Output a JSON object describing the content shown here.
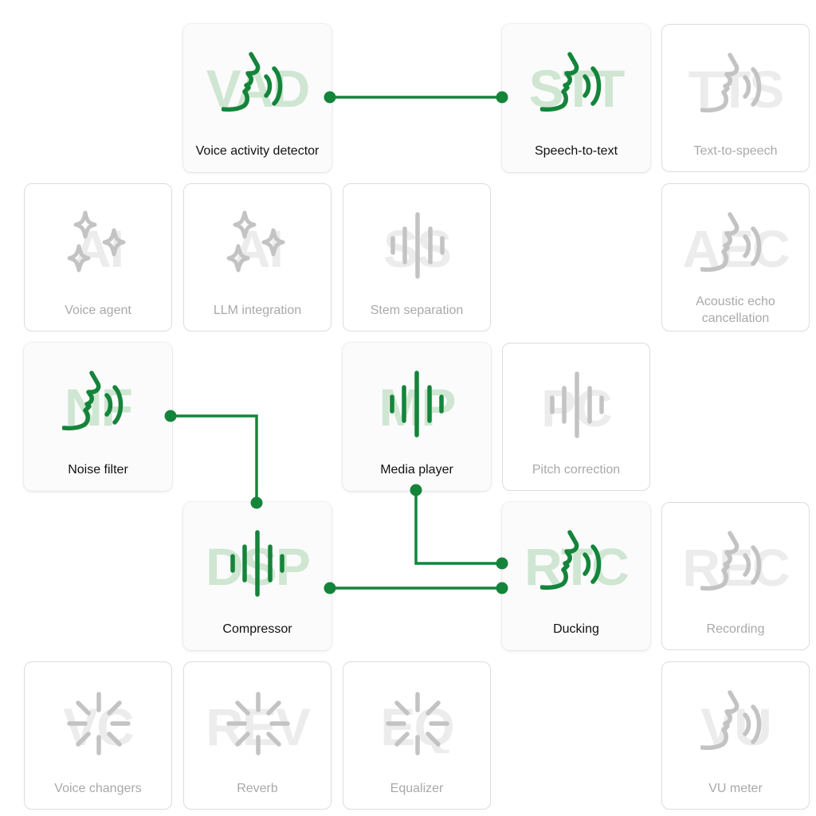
{
  "cards": [
    {
      "id": "vad",
      "abbr": "VAD",
      "label": "Voice activity detector",
      "icon": "voice-profile-icon",
      "active": true
    },
    {
      "id": "stt",
      "abbr": "STT",
      "label": "Speech-to-text",
      "icon": "voice-profile-icon",
      "active": true
    },
    {
      "id": "tts",
      "abbr": "TTS",
      "label": "Text-to-speech",
      "icon": "voice-profile-icon",
      "active": false
    },
    {
      "id": "agent",
      "abbr": "AI",
      "label": "Voice agent",
      "icon": "sparkles-icon",
      "active": false
    },
    {
      "id": "llm",
      "abbr": "AI",
      "label": "LLM integration",
      "icon": "sparkles-icon",
      "active": false
    },
    {
      "id": "stem",
      "abbr": "SS",
      "label": "Stem separation",
      "icon": "waveform-icon",
      "active": false
    },
    {
      "id": "aec",
      "abbr": "AEC",
      "label": "Acoustic echo cancellation",
      "icon": "voice-profile-icon",
      "active": false
    },
    {
      "id": "nf",
      "abbr": "NF",
      "label": "Noise filter",
      "icon": "voice-profile-icon",
      "active": true
    },
    {
      "id": "mp",
      "abbr": "MP",
      "label": "Media player",
      "icon": "waveform-icon",
      "active": true
    },
    {
      "id": "pc",
      "abbr": "PC",
      "label": "Pitch correction",
      "icon": "waveform-icon",
      "active": false
    },
    {
      "id": "dsp",
      "abbr": "DSP",
      "label": "Compressor",
      "icon": "waveform-icon",
      "active": true
    },
    {
      "id": "rtc",
      "abbr": "RTC",
      "label": "Ducking",
      "icon": "voice-profile-icon",
      "active": true
    },
    {
      "id": "rec",
      "abbr": "REC",
      "label": "Recording",
      "icon": "voice-profile-icon",
      "active": false
    },
    {
      "id": "vc",
      "abbr": "VC",
      "label": "Voice changers",
      "icon": "spinner-icon",
      "active": false
    },
    {
      "id": "rev",
      "abbr": "REV",
      "label": "Reverb",
      "icon": "spinner-icon",
      "active": false
    },
    {
      "id": "eq",
      "abbr": "EQ",
      "label": "Equalizer",
      "icon": "spinner-icon",
      "active": false
    },
    {
      "id": "vu",
      "abbr": "VU",
      "label": "VU meter",
      "icon": "voice-profile-icon",
      "active": false
    }
  ],
  "connections": [
    {
      "from": "vad",
      "to": "stt"
    },
    {
      "from": "nf",
      "to": "dsp"
    },
    {
      "from": "mp",
      "to": "rtc"
    },
    {
      "from": "dsp",
      "to": "rtc"
    }
  ],
  "colors": {
    "accent": "#14843b",
    "accent_text_tint": "#cfe6d2",
    "inactive_icon": "#c3c3c3",
    "inactive_text": "#a9a9a9",
    "inactive_text_tint": "#ececec",
    "card_border": "#dcdcdc"
  }
}
